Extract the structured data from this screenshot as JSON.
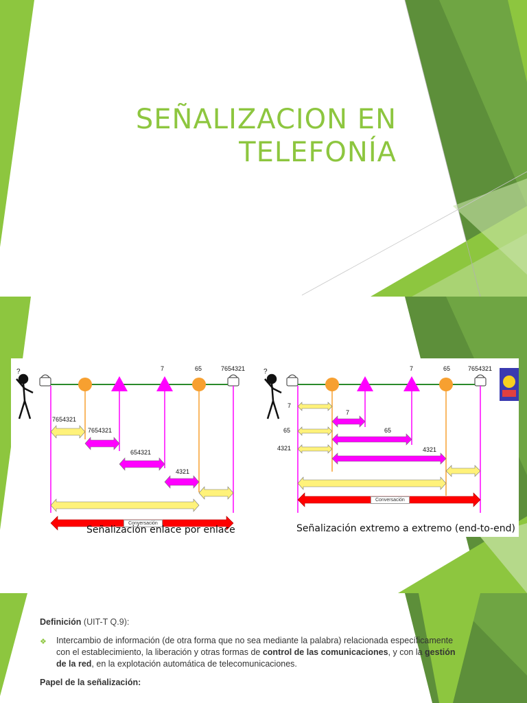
{
  "slide1": {
    "title_line1": "SEÑALIZACION EN",
    "title_line2": "TELEFONÍA"
  },
  "slide2": {
    "diagram1": {
      "caption": "Señalización enlace por enlace",
      "labels": {
        "top_7": "7",
        "top_65": "65",
        "top_full": "7654321",
        "arrow1": "7654321",
        "arrow2": "7654321",
        "arrow3": "654321",
        "arrow4": "4321",
        "conversation": "Conversación"
      }
    },
    "diagram2": {
      "caption": "Señalización extremo a extremo (end-to-end)",
      "labels": {
        "top_7": "7",
        "top_65": "65",
        "top_full": "7654321",
        "left_7": "7",
        "left_65": "65",
        "left_4321": "4321",
        "arrow_7": "7",
        "arrow_65": "65",
        "arrow_4321": "4321",
        "conversation": "Conversación"
      }
    }
  },
  "slide3": {
    "definition_label": "Definición",
    "definition_ref": "(UIT-T Q.9):",
    "bullet_part1": "Intercambio de información (de otra forma que no sea mediante la palabra) relacionada específicamente con el establecimiento, la liberación y otras formas de ",
    "bullet_bold1": "control de las comunicaciones",
    "bullet_part2": ", y con la ",
    "bullet_bold2": "gestión de la red",
    "bullet_part3": ", en la explotación automática de telecomunicaciones.",
    "role_heading": "Papel de la señalización:"
  },
  "colors": {
    "accent_green": "#8dc63f",
    "dark_green": "#5a9a2a",
    "yellow_arrow": "#fff27a",
    "magenta_arrow": "#ff00ff",
    "red_arrow": "#ff0000",
    "orange_node": "#f7a030"
  }
}
